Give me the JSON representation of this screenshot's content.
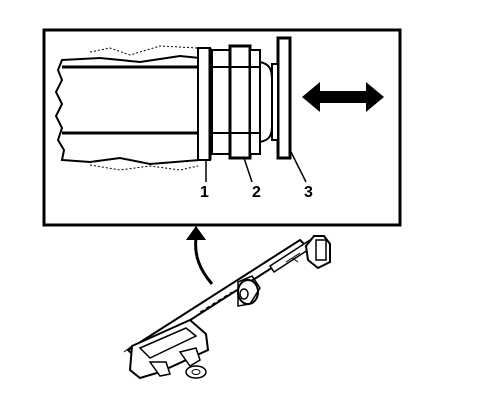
{
  "diagram": {
    "callouts": [
      {
        "id": "1",
        "label": "1"
      },
      {
        "id": "2",
        "label": "2"
      },
      {
        "id": "3",
        "label": "3"
      }
    ],
    "icons": {
      "movement": "double-headed-arrow-icon",
      "pointer": "curved-arrow-icon"
    },
    "colors": {
      "line": "#000000",
      "background": "#ffffff"
    }
  }
}
